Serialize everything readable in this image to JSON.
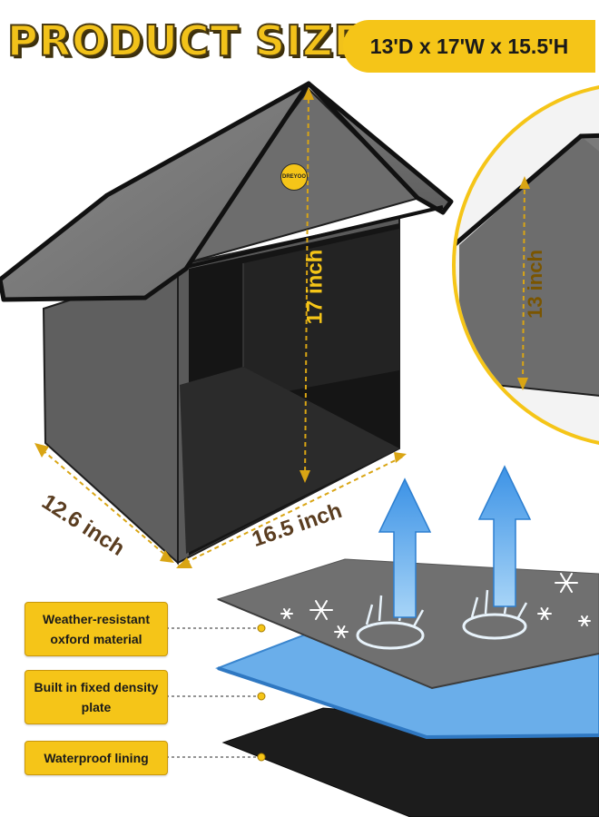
{
  "header": {
    "title": "PRODUCT SIZE",
    "dimensions": "13'D x 17'W x 15.5'H"
  },
  "house": {
    "logo_text": "DREYOO",
    "depth_label": "12.6 inch",
    "width_label": "16.5 inch",
    "height_label": "17 inch",
    "inner_height_label": "13 inch"
  },
  "layers": [
    {
      "label": "Weather-resistant oxford material"
    },
    {
      "label": "Built in fixed density plate"
    },
    {
      "label": "Waterproof lining"
    }
  ],
  "colors": {
    "accent_yellow": "#f5c518",
    "fabric_gray": "#6b6b6b",
    "lining_black": "#1c1c1c",
    "plate_blue": "#6aaeea",
    "arrow_blue": "#4fa6f0",
    "dimension_brown": "#5a3d20"
  }
}
